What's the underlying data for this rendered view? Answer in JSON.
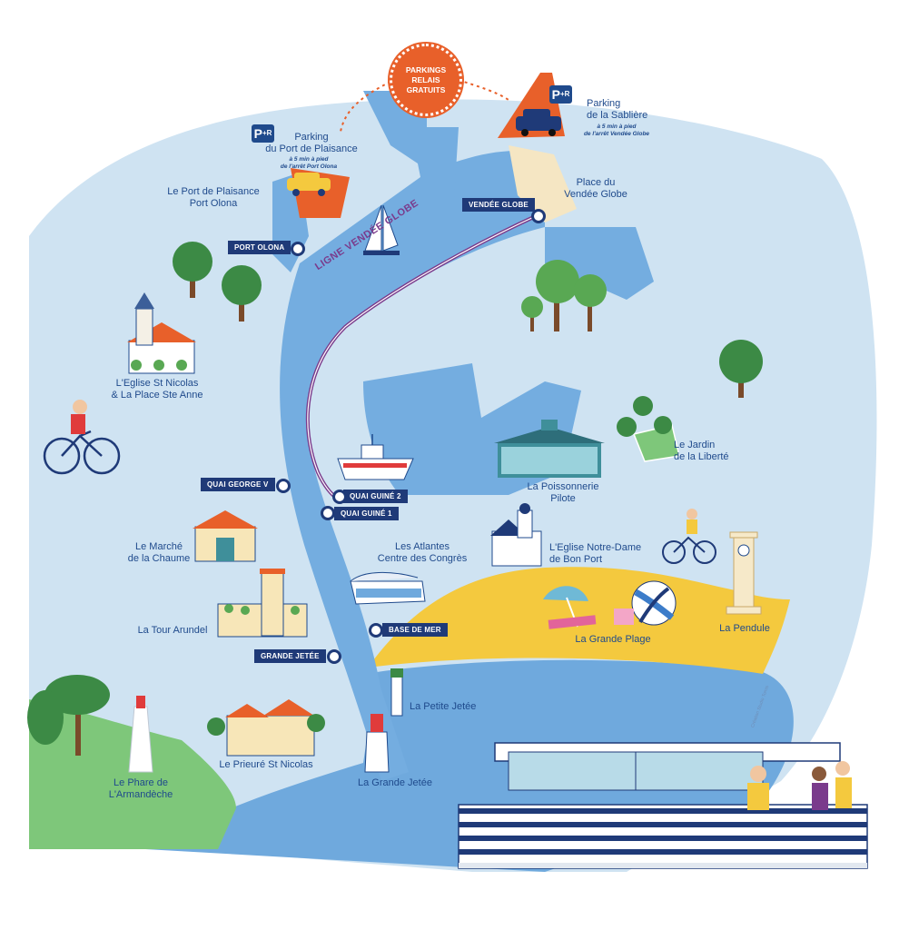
{
  "colors": {
    "land": "#cfe3f2",
    "water": "#74ade0",
    "sea": "#6fa9dd",
    "beach": "#f4c93e",
    "grass": "#7ec77a",
    "accent_orange": "#e8602a",
    "stop_navy": "#1f3a78",
    "route_purple": "#7a3b8c",
    "label_blue": "#1f4a8c"
  },
  "badge": {
    "lines": [
      "PARKINGS",
      "RELAIS",
      "GRATUITS"
    ]
  },
  "parkings": {
    "port_plaisance": {
      "pr": "P",
      "pr_sub": "+R",
      "name": "Parking\ndu Port de Plaisance",
      "walk": "à 5 min à pied\nde l'arrêt Port Olona"
    },
    "sabliere": {
      "pr": "P",
      "pr_sub": "+R",
      "name": "Parking\nde la Sablière",
      "walk": "à 5 min à pied\nde l'arrêt Vendée Globe"
    }
  },
  "route": {
    "name": "LIGNE VENDÉE GLOBE"
  },
  "stops": [
    {
      "id": "vendee-globe",
      "label": "VENDÉE GLOBE"
    },
    {
      "id": "port-olona",
      "label": "PORT OLONA"
    },
    {
      "id": "quai-george-v",
      "label": "QUAI GEORGE V"
    },
    {
      "id": "quai-guine-2",
      "label": "QUAI GUINÉ 2"
    },
    {
      "id": "quai-guine-1",
      "label": "QUAI GUINÉ 1"
    },
    {
      "id": "base-de-mer",
      "label": "BASE DE MER"
    },
    {
      "id": "grande-jetee",
      "label": "GRANDE JETÉE"
    }
  ],
  "places": {
    "port_plaisance": "Le Port de Plaisance\nPort Olona",
    "place_vendee_globe": "Place du\nVendée Globe",
    "eglise_st_nicolas": "L'Eglise St Nicolas\n& La Place Ste Anne",
    "jardin_liberte": "Le Jardin\nde la Liberté",
    "poissonnerie": "La Poissonnerie\nPilote",
    "atlantes": "Les Atlantes\nCentre des Congrès",
    "eglise_notre_dame": "L'Eglise Notre-Dame\nde Bon Port",
    "marche_chaume": "Le Marché\nde la Chaume",
    "tour_arundel": "La Tour Arundel",
    "grande_plage": "La Grande Plage",
    "pendule": "La Pendule",
    "petite_jetee": "La Petite Jetée",
    "prieure": "Le Prieuré St Nicolas",
    "grande_jetee": "La Grande Jetée",
    "phare": "Le Phare de\nL'Armandèche"
  },
  "credit": "Création Studio Tomis",
  "icons": [
    "tree-icon",
    "bicycle-icon",
    "car-icon",
    "sailboat-icon",
    "fishing-boat-icon",
    "lighthouse-icon",
    "ferry-icon",
    "parasol-icon",
    "beach-ball-icon",
    "clock-tower-icon",
    "church-icon"
  ]
}
